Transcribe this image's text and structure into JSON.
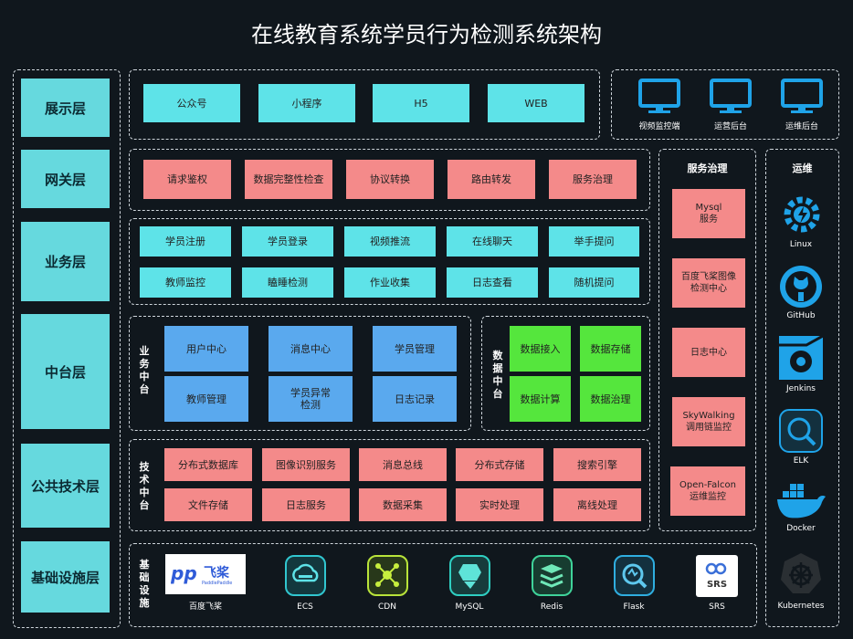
{
  "title": "在线教育系统学员行为检测系统架构",
  "layers": [
    "展示层",
    "网关层",
    "业务层",
    "中台层",
    "公共技术层",
    "基础设施层"
  ],
  "display": {
    "items": [
      "公众号",
      "小程序",
      "H5",
      "WEB"
    ],
    "monitors": [
      "视频监控端",
      "运营后台",
      "运维后台"
    ]
  },
  "gateway": [
    "请求鉴权",
    "数据完整性检查",
    "协议转换",
    "路由转发",
    "服务治理"
  ],
  "business": {
    "row1": [
      "学员注册",
      "学员登录",
      "视频推流",
      "在线聊天",
      "举手提问"
    ],
    "row2": [
      "教师监控",
      "瞌睡检测",
      "作业收集",
      "日志查看",
      "随机提问"
    ]
  },
  "middle": {
    "biz_label": "业务中台",
    "biz_items": [
      "用户中心",
      "消息中心",
      "学员管理",
      "教师管理",
      "学员异常\n检测",
      "日志记录"
    ],
    "data_label": "数据中台",
    "data_items": [
      "数据接入",
      "数据存储",
      "数据计算",
      "数据治理"
    ]
  },
  "tech": {
    "label": "技术中台",
    "row1": [
      "分布式数据库",
      "图像识别服务",
      "消息总线",
      "分布式存储",
      "搜索引擎"
    ],
    "row2": [
      "文件存储",
      "日志服务",
      "数据采集",
      "实时处理",
      "离线处理"
    ]
  },
  "infra": {
    "label": "基础设施",
    "paddle_logo": "飞桨",
    "paddle_sub": "PaddlePaddle",
    "items": [
      "百度飞桨",
      "ECS",
      "CDN",
      "MySQL",
      "Redis",
      "Flask",
      "SRS"
    ],
    "srs_text": "SRS"
  },
  "governance": {
    "title": "服务治理",
    "items": [
      "Mysql\n服务",
      "百度飞桨图像\n检测中心",
      "日志中心",
      "SkyWalking\n调用链监控",
      "Open-Falcon\n运维监控"
    ]
  },
  "ops": {
    "title": "运维",
    "items": [
      "Linux",
      "GitHub",
      "Jenkins",
      "ELK",
      "Docker",
      "Kubernetes"
    ]
  },
  "colors": {
    "layer": "#66d9de",
    "cyan": "#5ee3e8",
    "pink": "#f48a8a",
    "blue": "#5aa9ee",
    "green": "#55e63d",
    "bg": "#10171d"
  }
}
